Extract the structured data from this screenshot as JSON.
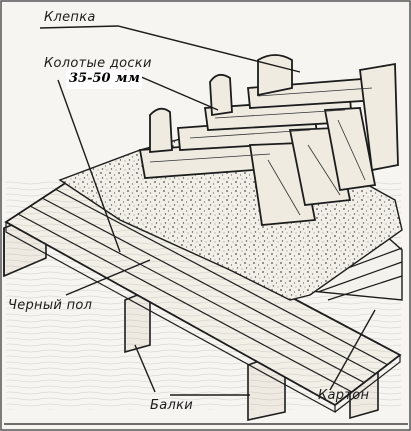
{
  "labels": {
    "riveting": "Клепка",
    "split_boards": "Колотые доски",
    "thickness": "35-50 мм",
    "subfloor": "Черный пол",
    "joists": "Балки",
    "cardboard": "Картон"
  }
}
